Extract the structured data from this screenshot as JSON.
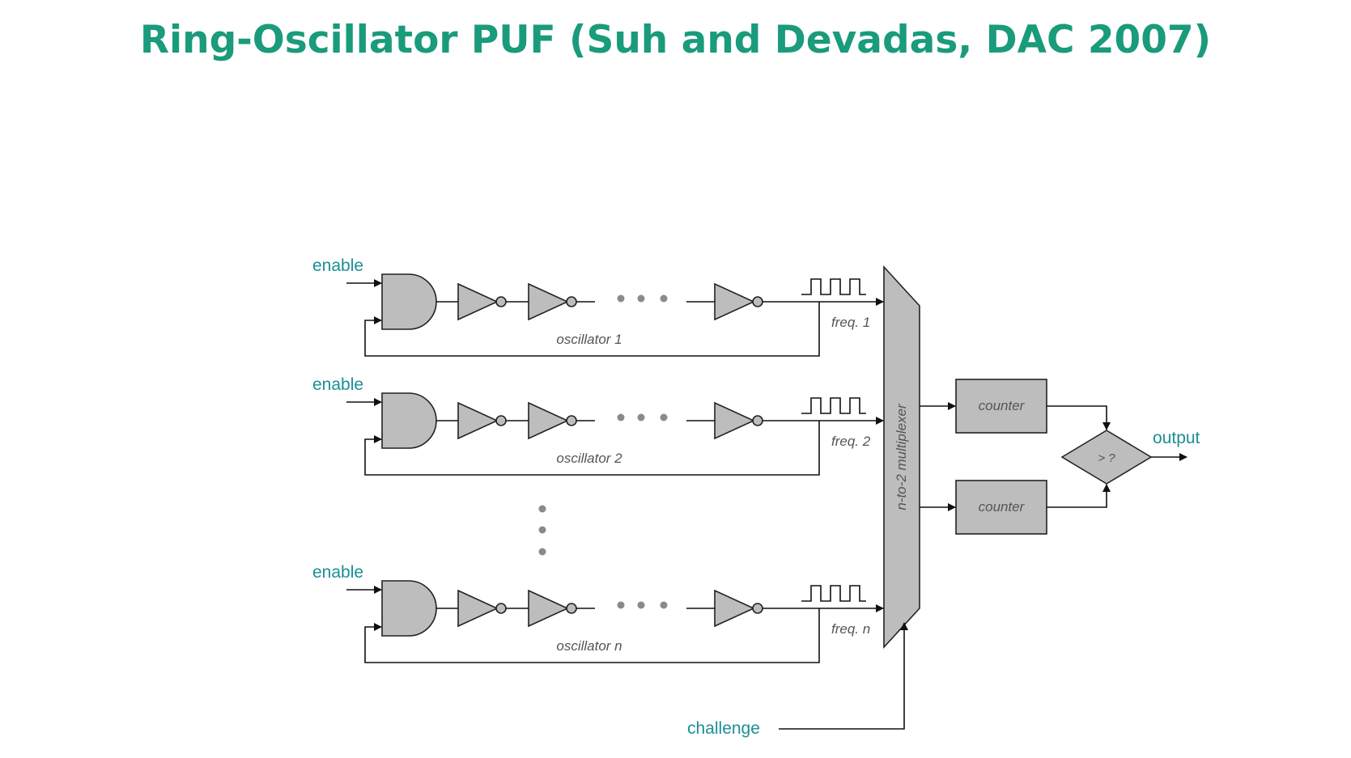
{
  "title": "Ring-Oscillator PUF (Suh and Devadas, DAC 2007)",
  "colors": {
    "title": "#1a9b7b",
    "labels": "#1b8f96",
    "gate_fill": "#bdbdbd",
    "stroke": "#222222"
  },
  "oscillators": [
    {
      "enable_label": "enable",
      "name": "oscillator 1",
      "freq_label": "freq. 1"
    },
    {
      "enable_label": "enable",
      "name": "oscillator 2",
      "freq_label": "freq. 2"
    },
    {
      "enable_label": "enable",
      "name": "oscillator n",
      "freq_label": "freq. n"
    }
  ],
  "multiplexer_label": "n-to-2 multiplexer",
  "counters": [
    "counter",
    "counter"
  ],
  "comparator_label": "> ?",
  "output_label": "output",
  "challenge_label": "challenge",
  "icons": {
    "and_gate": "and-gate-icon",
    "inverter": "inverter-icon",
    "square_wave": "square-wave-icon",
    "ellipsis": "ellipsis-icon"
  }
}
